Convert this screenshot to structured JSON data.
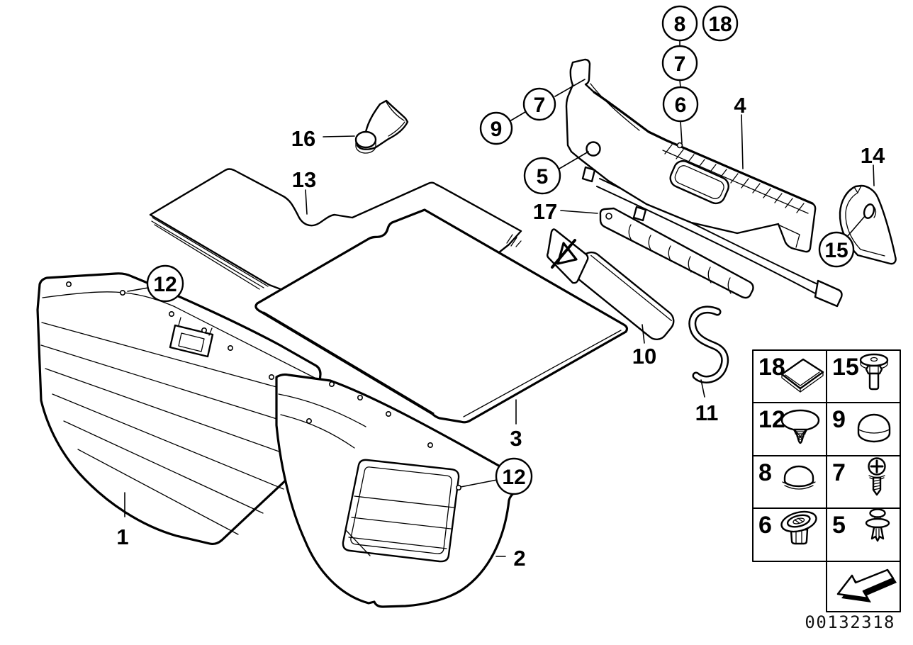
{
  "figure": {
    "circled_callouts": [
      {
        "id": "8"
      },
      {
        "id": "18"
      },
      {
        "id": "7"
      },
      {
        "id": "6"
      },
      {
        "id": "7"
      },
      {
        "id": "9"
      },
      {
        "id": "5"
      },
      {
        "id": "12"
      },
      {
        "id": "12"
      },
      {
        "id": "15"
      }
    ],
    "part_labels": [
      {
        "id": "16"
      },
      {
        "id": "13"
      },
      {
        "id": "17"
      },
      {
        "id": "4"
      },
      {
        "id": "14"
      },
      {
        "id": "10"
      },
      {
        "id": "11"
      },
      {
        "id": "3"
      },
      {
        "id": "1"
      },
      {
        "id": "2"
      }
    ]
  },
  "legend": {
    "cells": [
      {
        "number": "18",
        "icon": "adhesive-pad-icon"
      },
      {
        "number": "15",
        "icon": "blind-rivet-icon"
      },
      {
        "number": "12",
        "icon": "spreading-clip-icon"
      },
      {
        "number": "9",
        "icon": "cover-cap-icon"
      },
      {
        "number": "8",
        "icon": "plug-icon"
      },
      {
        "number": "7",
        "icon": "tapping-screw-icon"
      },
      {
        "number": "6",
        "icon": "oval-grommet-icon"
      },
      {
        "number": "5",
        "icon": "expanding-rivet-icon"
      }
    ]
  },
  "footer": {
    "doc_number": "00132318"
  },
  "colors": {
    "line": "#000000",
    "background": "#ffffff"
  }
}
